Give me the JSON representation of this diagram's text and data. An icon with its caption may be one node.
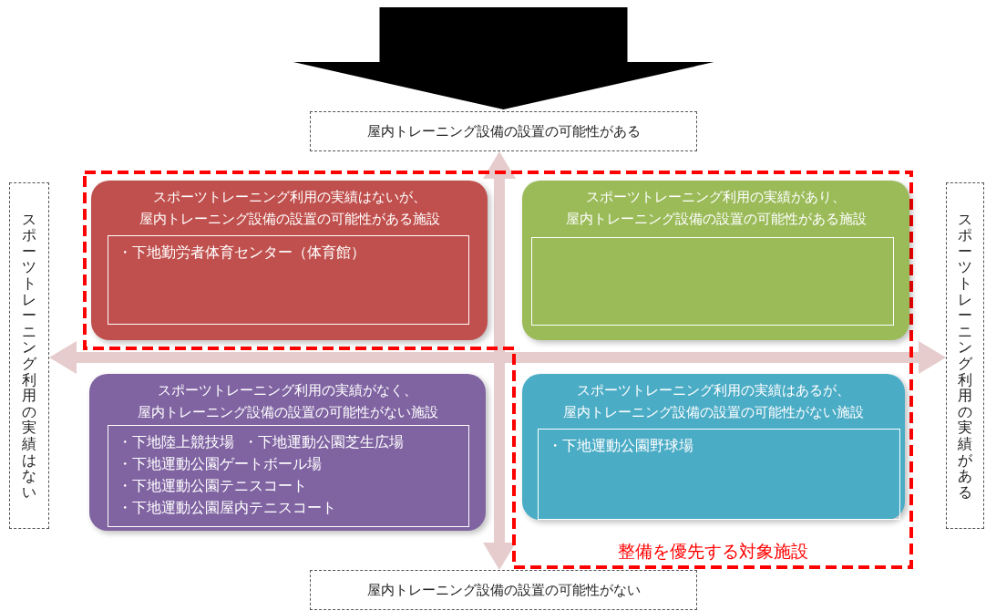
{
  "diagram": {
    "nodes": [
      {
        "text": [
          "屋内トレーニング設備の設置の可能性がある"
        ]
      },
      {
        "text": [
          "スポーツトレーニング利用の実績はない"
        ]
      },
      {
        "text": [
          "スポーツトレーニング利用の実績がある"
        ]
      },
      {
        "text": [
          "屋内トレーニング設備の設置の可能性がない"
        ]
      },
      {
        "text": [
          "スポーツトレーニング利用の実績はないが、屋内トレーニング設備の設置の可能性がある施設"
        ]
      },
      {
        "text": [
          "・下地勤労者体育センター（体育館）"
        ],
        "in": 4
      },
      {
        "text": [
          "スポーツトレーニング利用の実績があり、屋内トレーニング設備の設置の可能性がある施設"
        ]
      },
      {
        "text": [],
        "shape": "box",
        "in": 6
      },
      {
        "text": [
          "スポーツトレーニング利用の実績がなく、屋内トレーニング設備の設置の可能性がない施設"
        ]
      },
      {
        "text": [
          "・下地陸上競技場",
          "・下地運動公園芝生広場",
          "・下地運動公園ゲートボール場",
          "・下地運動公園テニスコート",
          "・下地運動公園屋内テニスコート"
        ],
        "in": 8
      },
      {
        "text": [
          "スポーツトレーニング利用の実績はあるが、屋内トレーニング設備の設置の可能性がない施設"
        ]
      },
      {
        "text": [
          "・下地運動公園野球場"
        ],
        "in": 10
      }
    ],
    "edges": [
      {
        "from": null,
        "to": 0,
        "arrow": "to",
        "style": "thick",
        "color": "#000000"
      },
      {
        "from": 0,
        "to": 3,
        "arrow": "both"
      },
      {
        "from": 1,
        "to": 2,
        "arrow": "both"
      }
    ],
    "labels": [
      "整備を優先する対象施設"
    ]
  }
}
